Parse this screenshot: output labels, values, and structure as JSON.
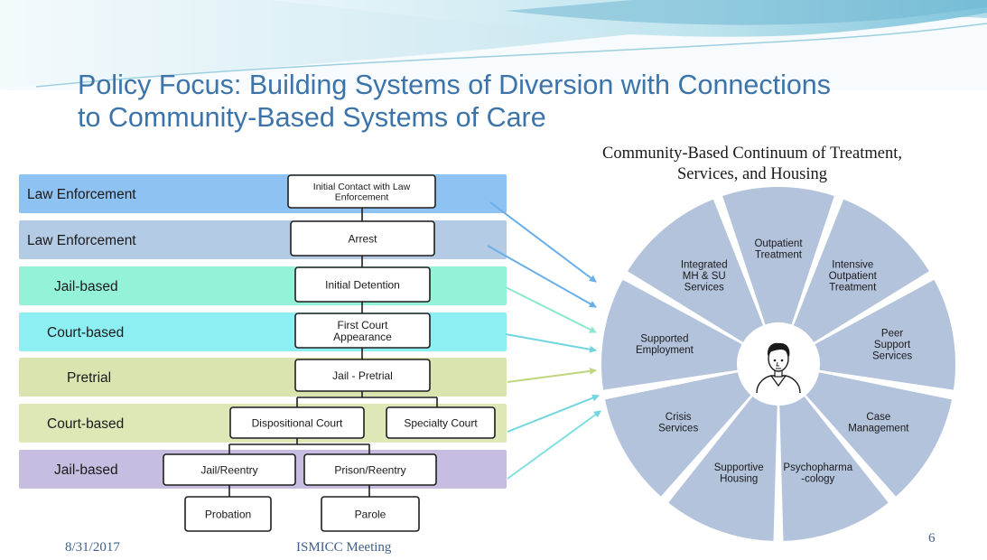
{
  "slide": {
    "title_line1": "Policy Focus: Building Systems of Diversion with Connections",
    "title_line2": "to Community-Based Systems of Care",
    "footer_date": "8/31/2017",
    "footer_event": "ISMICC Meeting",
    "page_number": "6"
  },
  "colors": {
    "title": "#3c74aa",
    "band_law_1": "#8ec2f2",
    "band_law_2": "#b4cbe6",
    "band_jail": "#93f2d8",
    "band_court": "#8eeff2",
    "band_pretrial": "#d9e4ae",
    "band_court_2": "#dde8b6",
    "band_jail_2": "#c7bde0",
    "wheel": "#b3c3dc"
  },
  "stages": [
    {
      "label": "Law Enforcement"
    },
    {
      "label": "Law Enforcement"
    },
    {
      "label": "Jail-based"
    },
    {
      "label": "Court-based"
    },
    {
      "label": "Pretrial"
    },
    {
      "label": "Court-based"
    },
    {
      "label": "Jail-based"
    }
  ],
  "flow_boxes": {
    "initial_contact": "Initial Contact with Law Enforcement",
    "arrest": "Arrest",
    "initial_detention": "Initial Detention",
    "first_court": "First Court Appearance",
    "jail_pretrial": "Jail - Pretrial",
    "dispositional_court": "Dispositional Court",
    "specialty_court": "Specialty Court",
    "jail_reentry": "Jail/Reentry",
    "prison_reentry": "Prison/Reentry",
    "probation": "Probation",
    "parole": "Parole"
  },
  "continuum": {
    "title_line1": "Community-Based Continuum of Treatment,",
    "title_line2": "Services, and Housing",
    "segments": [
      {
        "lines": [
          "Outpatient",
          "Treatment"
        ]
      },
      {
        "lines": [
          "Intensive",
          "Outpatient",
          "Treatment"
        ]
      },
      {
        "lines": [
          "Peer",
          "Support",
          "Services"
        ]
      },
      {
        "lines": [
          "Case",
          "Management"
        ]
      },
      {
        "lines": [
          "Psychopharma",
          "-cology"
        ]
      },
      {
        "lines": [
          "Supportive",
          "Housing"
        ]
      },
      {
        "lines": [
          "Crisis",
          "Services"
        ]
      },
      {
        "lines": [
          "Supported",
          "Employment"
        ]
      },
      {
        "lines": [
          "Integrated",
          "MH & SU",
          "Services"
        ]
      }
    ]
  }
}
